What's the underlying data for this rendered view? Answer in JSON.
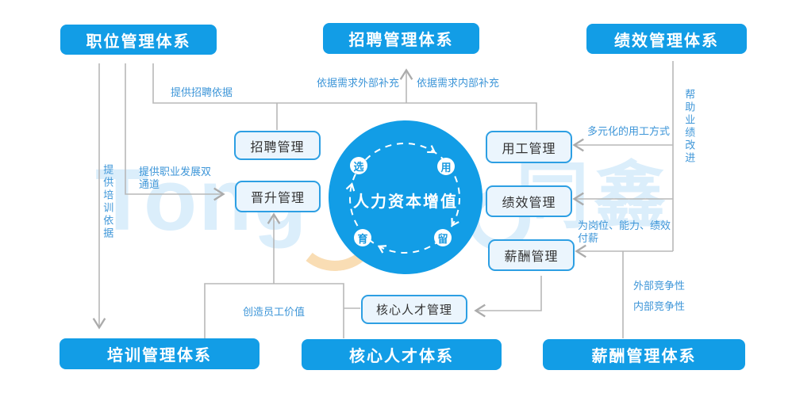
{
  "colors": {
    "primary_blue": "#129de6",
    "module_fill": "#ebf5fd",
    "module_border": "#2d9fe3",
    "label_blue": "#3e96d8",
    "line_gray": "#b8b8b8",
    "watermark_blue": "#dbeefb",
    "watermark_orange": "#f9ddb4"
  },
  "systems": {
    "position": "职位管理体系",
    "recruitment": "招聘管理体系",
    "performance": "绩效管理体系",
    "training": "培训管理体系",
    "core_talent": "核心人才体系",
    "compensation": "薪酬管理体系"
  },
  "modules": {
    "recruitment": "招聘管理",
    "promotion": "晋升管理",
    "employment": "用工管理",
    "performance": "绩效管理",
    "compensation": "薪酬管理",
    "core_talent": "核心人才管理"
  },
  "center": {
    "title": "人力资本增值",
    "node_select": "选",
    "node_use": "用",
    "node_develop": "育",
    "node_retain": "留"
  },
  "edge_labels": {
    "provide_recruit_basis": "提供招聘依据",
    "external_supplement": "依据需求外部补充",
    "internal_supplement": "依据需求内部补充",
    "provide_training_basis": "提供培训依据",
    "dual_career_path": "提供职业发展双通道",
    "diverse_employment": "多元化的用工方式",
    "help_performance_improve": "帮助业绩改进",
    "pay_basis": "为岗位、能力、绩效付薪",
    "external_competitiveness": "外部竞争性",
    "internal_competitiveness": "内部竞争性",
    "create_employee_value": "创造员工价值"
  },
  "watermark": {
    "latin": "Tong",
    "cjk": "同鑫"
  }
}
